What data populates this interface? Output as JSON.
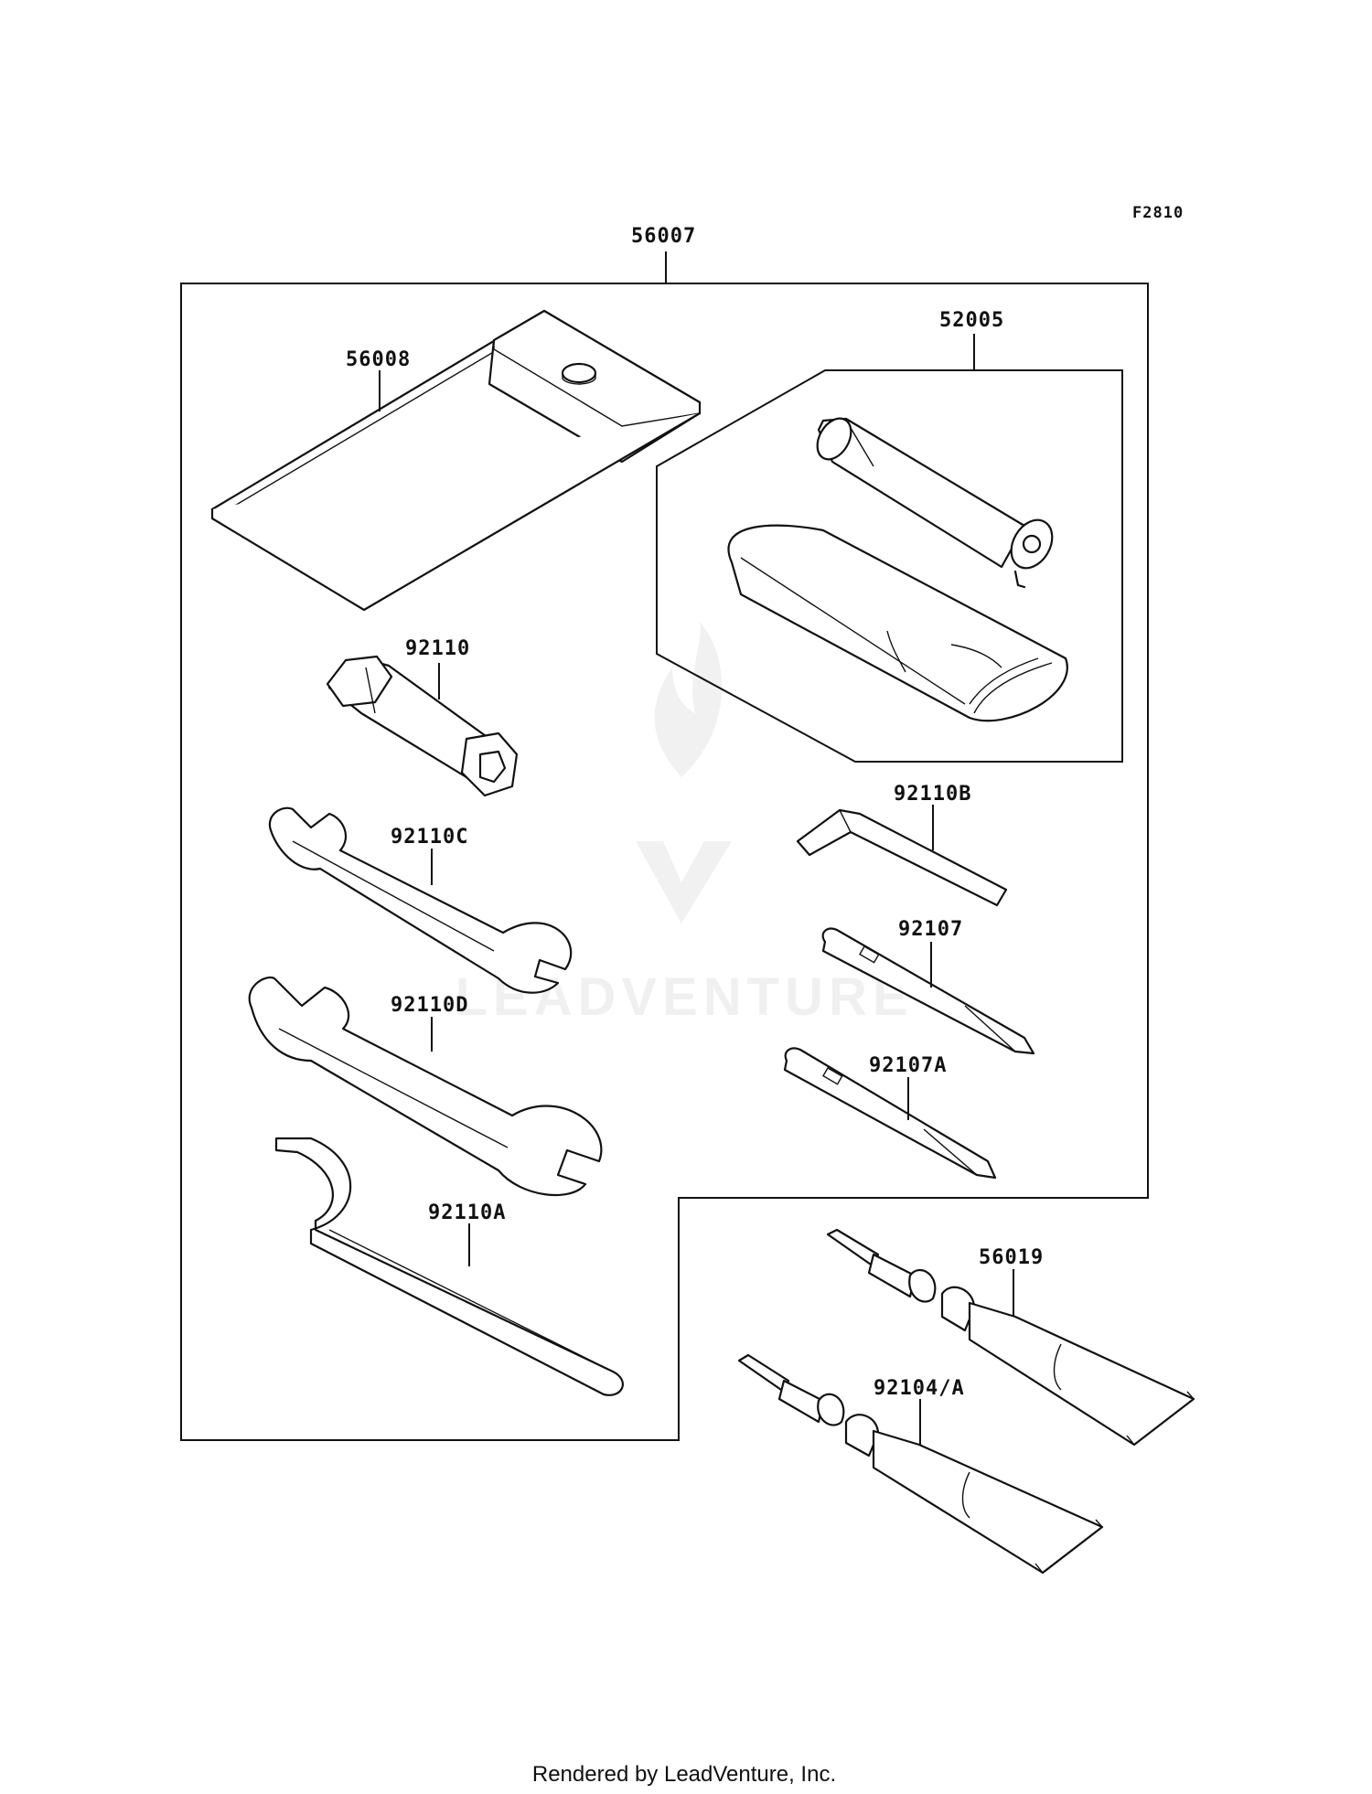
{
  "figure_code": "F2810",
  "watermark": "LEADVENTURE",
  "footer": "Rendered by LeadVenture, Inc.",
  "parts": {
    "kit": "56007",
    "pouch": "56008",
    "pump_kit": "52005",
    "plug_wrench": "92110",
    "allen_wrench": "92110B",
    "wrench_small": "92110C",
    "screwdriver": "92107",
    "wrench_large": "92110D",
    "screwdriver_a": "92107A",
    "hook_wrench": "92110A",
    "tube_a": "56019",
    "tube_b": "92104/A"
  }
}
